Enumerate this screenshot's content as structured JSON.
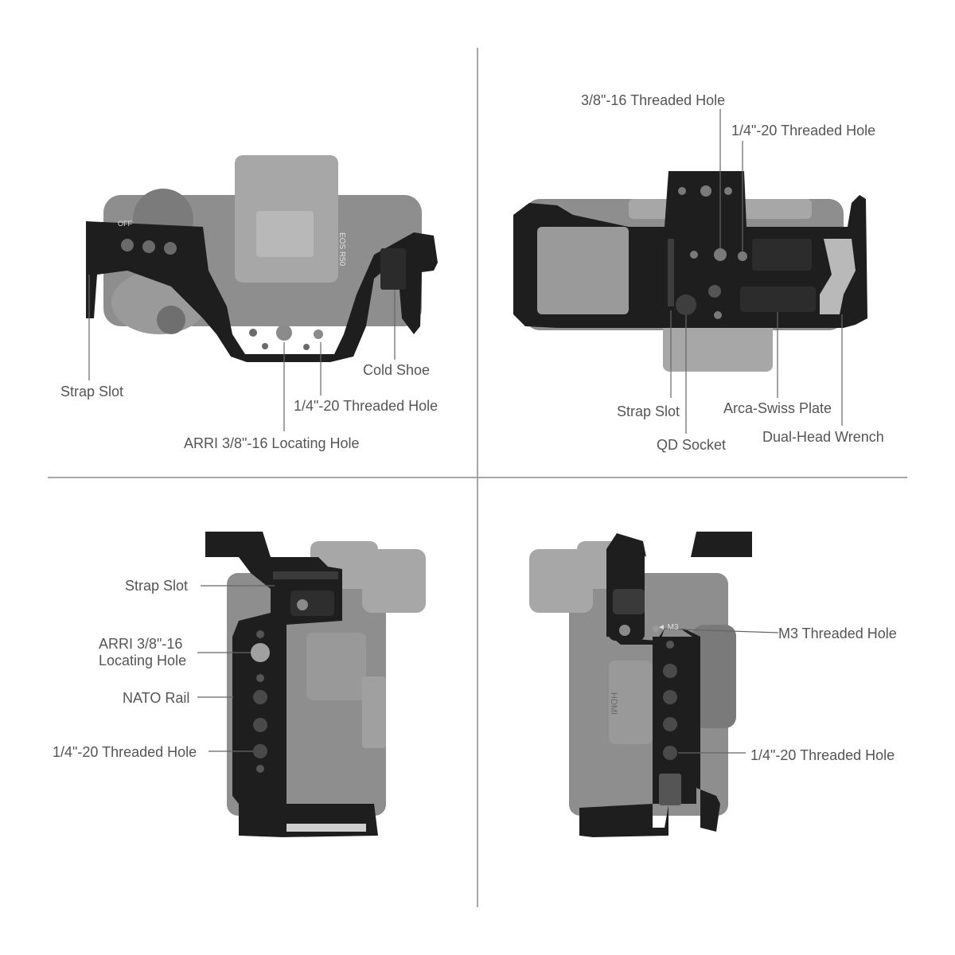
{
  "colors": {
    "background": "#ffffff",
    "divider": "#8a8a8a",
    "camera_body": "#8e8e8e",
    "camera_light": "#a7a7a7",
    "cage_black": "#1e1e1e",
    "label_text": "#555555",
    "leader_line": "#666666"
  },
  "views": {
    "top": {
      "labels": {
        "strap_slot": "Strap Slot",
        "cold_shoe": "Cold Shoe",
        "threaded_hole": "1/4\"-20 Threaded Hole",
        "arri_hole": "ARRI 3/8\"-16 Locating Hole"
      },
      "markings": {
        "eos": "EOS R50",
        "off": "OFF"
      }
    },
    "bottom": {
      "labels": {
        "threaded_38": "3/8\"-16 Threaded Hole",
        "threaded_14": "1/4\"-20 Threaded Hole",
        "strap_slot": "Strap Slot",
        "arca": "Arca-Swiss Plate",
        "qd": "QD Socket",
        "wrench": "Dual-Head Wrench"
      }
    },
    "left": {
      "labels": {
        "strap_slot": "Strap Slot",
        "arri_line1": "ARRI 3/8\"-16",
        "arri_line2": "Locating Hole",
        "nato": "NATO Rail",
        "threaded": "1/4\"-20 Threaded Hole"
      }
    },
    "right": {
      "labels": {
        "m3": "M3 Threaded Hole",
        "threaded": "1/4\"-20 Threaded Hole"
      },
      "markings": {
        "m3": "◄ M3",
        "hdmi": "HDMI"
      }
    }
  }
}
